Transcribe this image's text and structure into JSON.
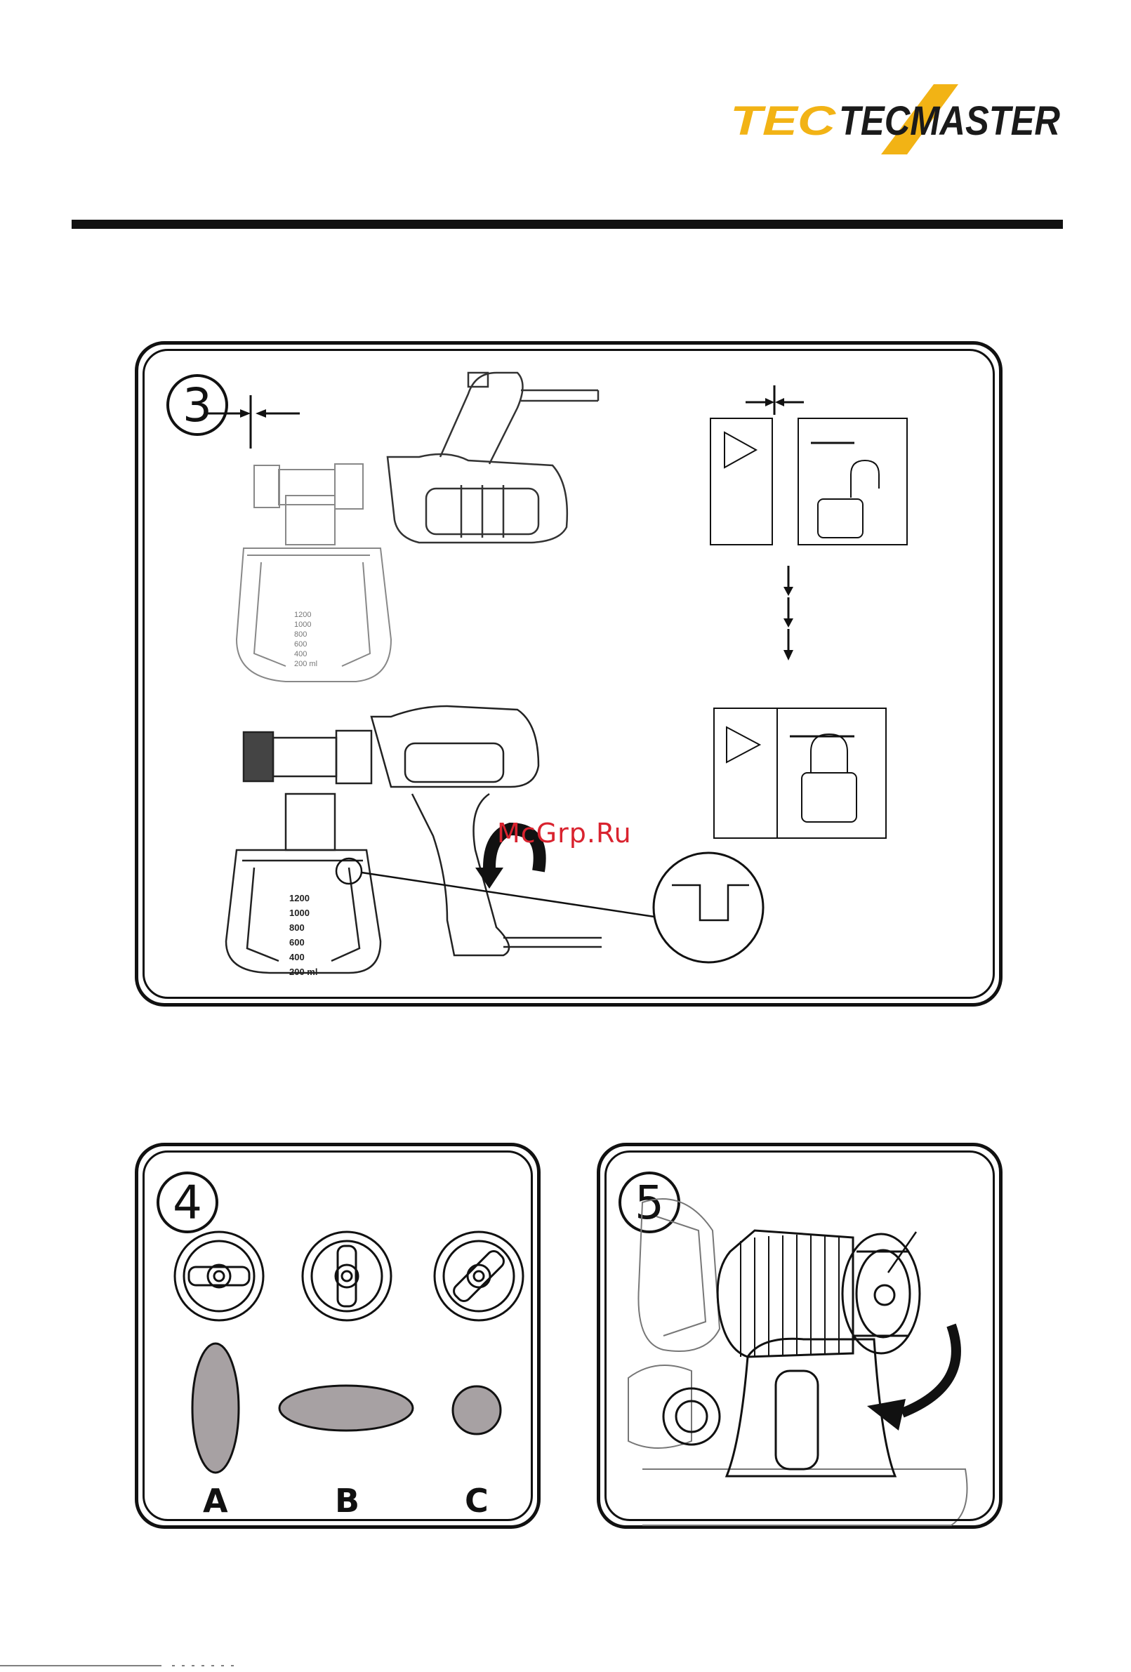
{
  "brand": {
    "name": "TECMASTER",
    "accent": "#f2b315",
    "ink": "#1a1a1a"
  },
  "watermark": "McGrp.Ru",
  "panels": {
    "step3": {
      "number": "3",
      "scale": [
        "1200",
        "1000",
        "800",
        "600",
        "400",
        "200 ml"
      ]
    },
    "step4": {
      "number": "4",
      "patterns": [
        "A",
        "B",
        "C"
      ],
      "pattern_fill": "#a7a1a3"
    },
    "step5": {
      "number": "5"
    }
  }
}
